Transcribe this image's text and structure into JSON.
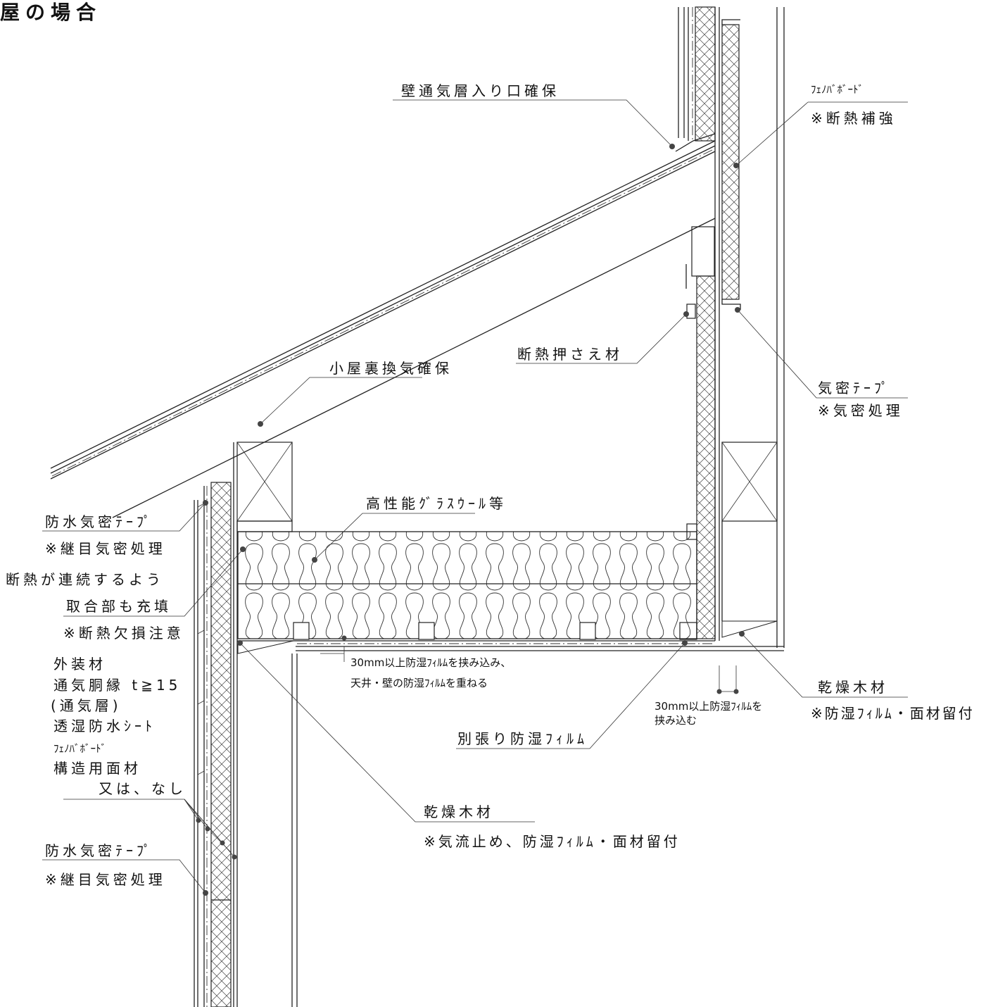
{
  "title": "屋の場合",
  "labels": {
    "vent_inlet": "壁通気層入り口確保",
    "phenol_board_top": "ﾌｪﾉﾊﾞﾎﾞｰﾄﾞ",
    "insul_reinforce": "※断熱補強",
    "insul_holder": "断熱押さえ材",
    "attic_vent": "小屋裏換気確保",
    "airtight_tape": "気密ﾃｰﾌﾟ",
    "airtight_treat": "※気密処理",
    "glasswool": "高性能ｸﾞﾗｽｳｰﾙ等",
    "wp_tape_1": "防水気密ﾃｰﾌﾟ",
    "joint_seal_1": "※継目気密処理",
    "cont_insul_1": "断熱が連続するよう",
    "cont_insul_2": "取合部も充填",
    "insul_defect": "※断熱欠損注意",
    "exterior": "外装材",
    "furring": "通気胴縁 t≧15",
    "air_layer": "(通気層)",
    "breathable_sheet": "透湿防水ｼｰﾄ",
    "phenol_board_wall": "ﾌｪﾉﾊﾞﾎﾞｰﾄﾞ",
    "structural_panel": "構造用面材",
    "or_none": "又は、なし",
    "wp_tape_2": "防水気密ﾃｰﾌﾟ",
    "joint_seal_2": "※継目気密処理",
    "film_30mm_a": "30mm以上防湿ﾌｨﾙﾑを挟み込み、",
    "film_overlap": "天井・壁の防湿ﾌｨﾙﾑを重ねる",
    "film_30mm_b": "30mm以上防湿ﾌｨﾙﾑを",
    "film_30mm_b2": "挟み込む",
    "separate_film": "別張り防湿ﾌｨﾙﾑ",
    "dry_lumber_right": "乾燥木材",
    "dry_lumber_right_note": "※防湿ﾌｨﾙﾑ・面材留付",
    "dry_lumber_bottom": "乾燥木材",
    "dry_lumber_bottom_note": "※気流止め、防湿ﾌｨﾙﾑ・面材留付"
  }
}
